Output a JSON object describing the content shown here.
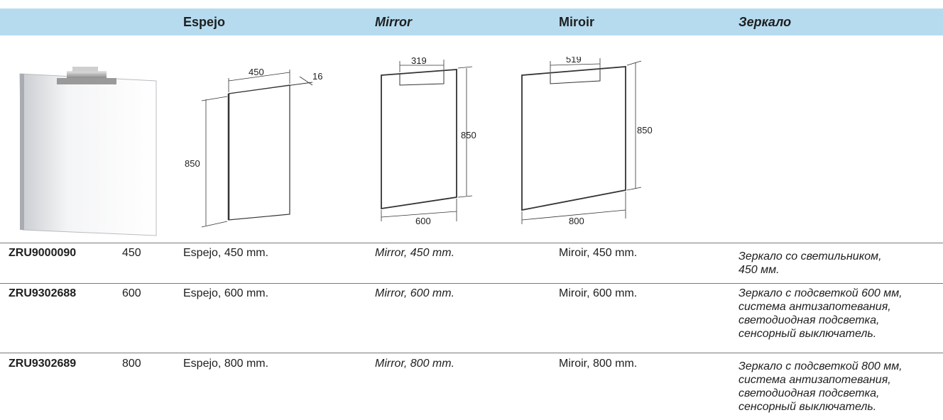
{
  "header": {
    "es": "Espejo",
    "en": "Mirror",
    "fr": "Miroir",
    "ru": "Зеркало"
  },
  "colors": {
    "header_bg": "#b6dbef",
    "text": "#1e1e1e",
    "rule": "#7a7a7a"
  },
  "drawings": {
    "d450": {
      "width": "450",
      "depth": "16",
      "height": "850"
    },
    "d600": {
      "top": "319",
      "height": "850",
      "bottom": "600"
    },
    "d800": {
      "top": "519",
      "height": "850",
      "bottom": "800"
    }
  },
  "rows": [
    {
      "code": "ZRU9000090",
      "size": "450",
      "es": "Espejo, 450 mm.",
      "en": "Mirror, 450 mm.",
      "fr": "Miroir, 450 mm.",
      "ru": [
        "Зеркало со светильником,",
        "450 мм."
      ]
    },
    {
      "code": "ZRU9302688",
      "size": "600",
      "es": "Espejo, 600 mm.",
      "en": "Mirror, 600 mm.",
      "fr": "Miroir, 600 mm.",
      "ru": [
        "Зеркало с подсветкой 600 мм,",
        "система антизапотевания,",
        "светодиодная подсветка,",
        "сенсорный выключатель."
      ]
    },
    {
      "code": "ZRU9302689",
      "size": "800",
      "es": "Espejo, 800 mm.",
      "en": "Mirror, 800 mm.",
      "fr": "Miroir, 800 mm.",
      "ru": [
        "Зеркало с подсветкой 800 мм,",
        "система антизапотевания,",
        "светодиодная подсветка,",
        "сенсорный выключатель."
      ]
    }
  ]
}
